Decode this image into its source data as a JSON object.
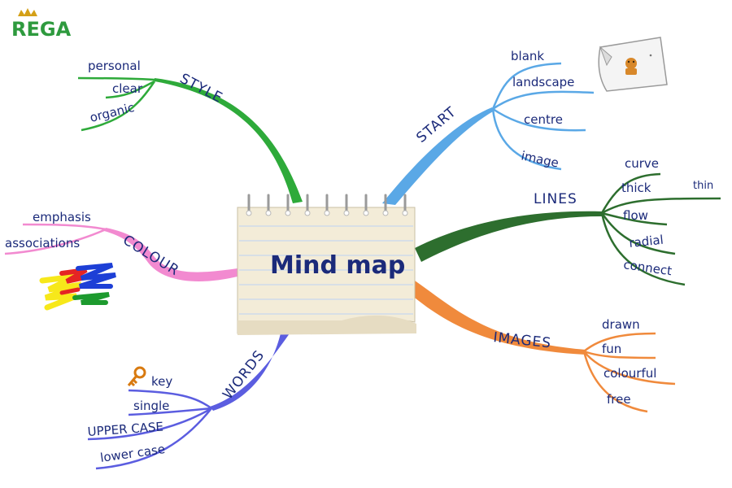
{
  "logo": {
    "text": "REGA",
    "color": "#2e9a3e",
    "crown_color": "#d4a017"
  },
  "center": {
    "title": "Mind map"
  },
  "branches": [
    {
      "id": "style",
      "label": "STYLE",
      "color": "#2eaa3a",
      "leaves": [
        "personal",
        "clear",
        "organic"
      ]
    },
    {
      "id": "start",
      "label": "START",
      "color": "#5aa8e6",
      "leaves": [
        "blank",
        "landscape",
        "centre",
        "image"
      ]
    },
    {
      "id": "lines",
      "label": "LINES",
      "color": "#2d6e2e",
      "leaves": [
        "curve",
        "thick",
        "thin",
        "flow",
        "radial",
        "connect"
      ]
    },
    {
      "id": "images",
      "label": "IMAGES",
      "color": "#f08a3c",
      "leaves": [
        "drawn",
        "fun",
        "colourful",
        "free"
      ]
    },
    {
      "id": "words",
      "label": "WORDS",
      "color": "#5b5de0",
      "leaves": [
        "key",
        "single",
        "UPPER CASE",
        "lower case"
      ]
    },
    {
      "id": "colour",
      "label": "COLOUR",
      "color": "#f28ad0",
      "leaves": [
        "emphasis",
        "associations"
      ]
    }
  ],
  "icons": [
    "page-with-cat-icon",
    "key-icon",
    "colour-scribble-icon",
    "spiral-notepad-icon",
    "crown-icon"
  ]
}
